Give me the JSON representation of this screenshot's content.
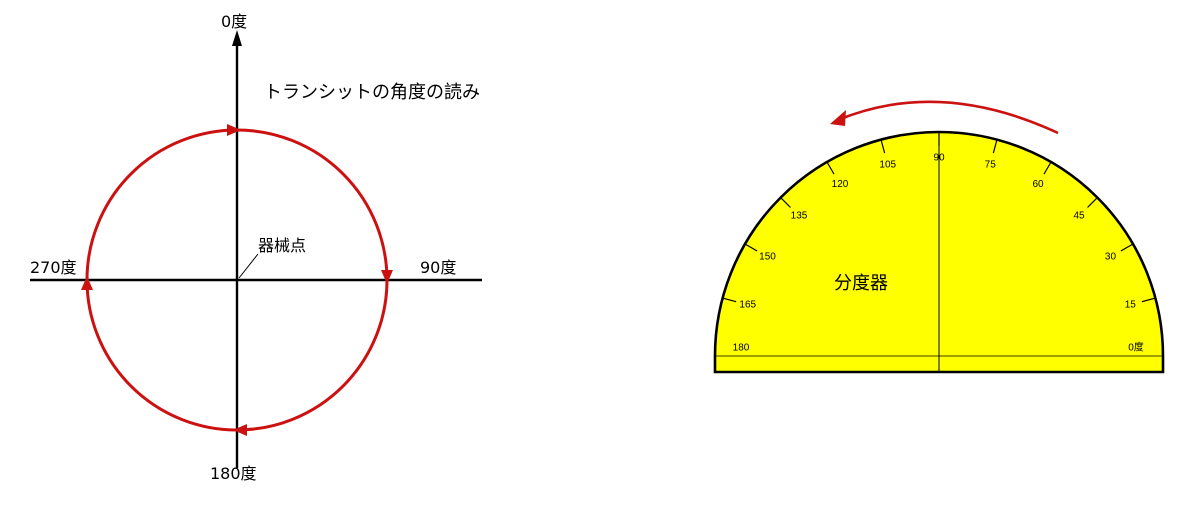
{
  "left": {
    "title": "トランシットの角度の読み",
    "label_top": "0度",
    "label_right": "90度",
    "label_bottom": "180度",
    "label_left": "270度",
    "label_center": "器械点"
  },
  "right": {
    "label": "分度器",
    "ticks": [
      "0度",
      "15",
      "30",
      "45",
      "60",
      "75",
      "90",
      "105",
      "120",
      "135",
      "150",
      "165",
      "180"
    ]
  },
  "colors": {
    "circle": "#cc1111",
    "protractor_fill": "#ffff00",
    "axis": "#000000"
  }
}
